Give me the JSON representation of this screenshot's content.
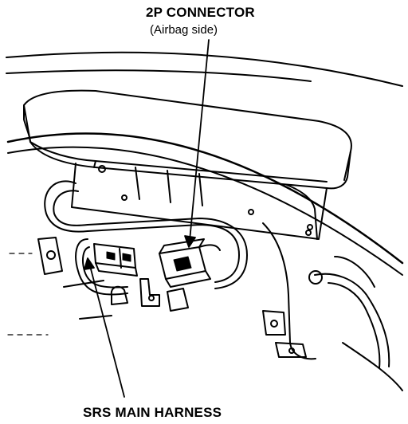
{
  "labels": {
    "connector": "2P CONNECTOR",
    "airbag_side": "(Airbag side)",
    "harness": "SRS MAIN HARNESS"
  },
  "colors": {
    "line": "#000000",
    "background": "#ffffff"
  }
}
